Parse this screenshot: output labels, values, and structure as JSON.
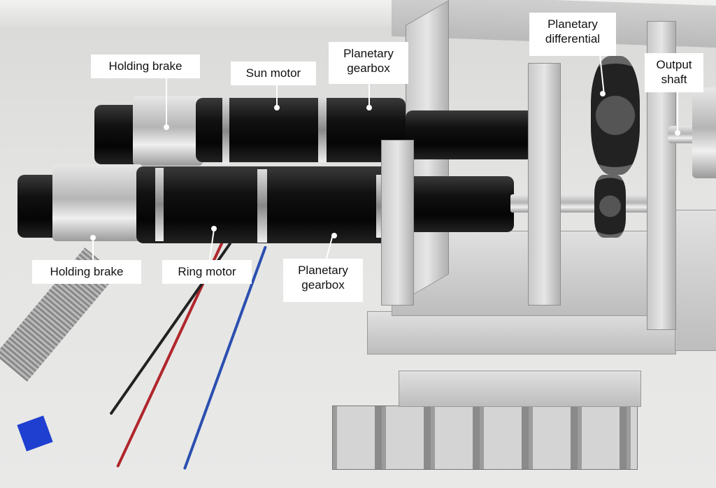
{
  "labels": {
    "holding_brake_top": "Holding brake",
    "sun_motor": "Sun motor",
    "planetary_gearbox_top": [
      "Planetary",
      "gearbox"
    ],
    "planetary_differential": [
      "Planetary",
      "differential"
    ],
    "output_shaft": [
      "Output",
      "shaft"
    ],
    "holding_brake_bottom": "Holding brake",
    "ring_motor": "Ring motor",
    "planetary_gearbox_bottom": [
      "Planetary",
      "gearbox"
    ]
  }
}
